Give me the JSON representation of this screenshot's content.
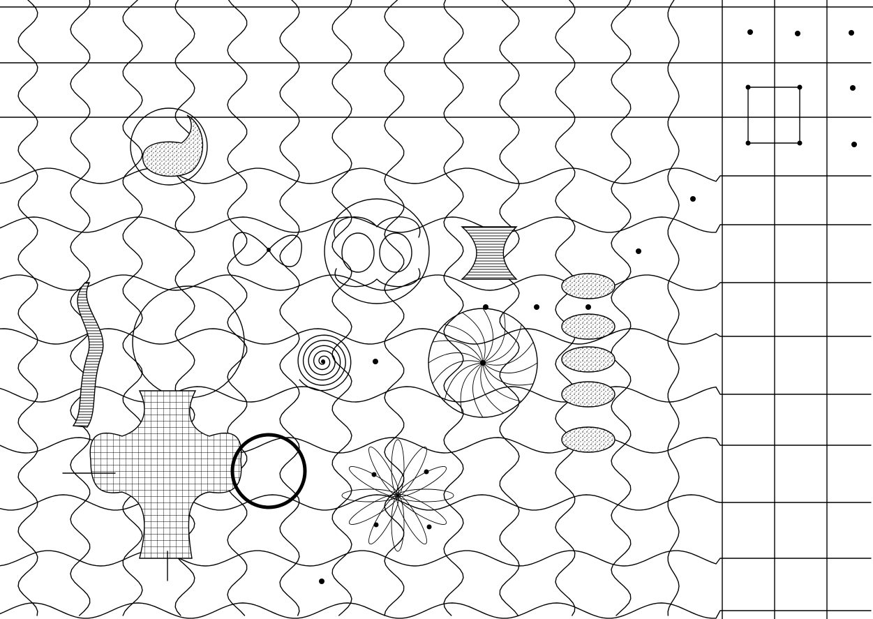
{
  "diagram": {
    "ink_color": "#000000",
    "paper_color": "#ffffff",
    "figures": [
      "wavy-grid",
      "straight-grid-corner",
      "square-with-corner-points",
      "scattered-points",
      "teardrop-stippled",
      "figure-eight-curve",
      "bubble-cluster",
      "hourglass-hatched",
      "wavy-ribbon-hatched",
      "large-circle",
      "spiral",
      "pinwheel-circle",
      "stippled-column",
      "meshed-cross",
      "bold-circle",
      "petal-rosette"
    ]
  }
}
